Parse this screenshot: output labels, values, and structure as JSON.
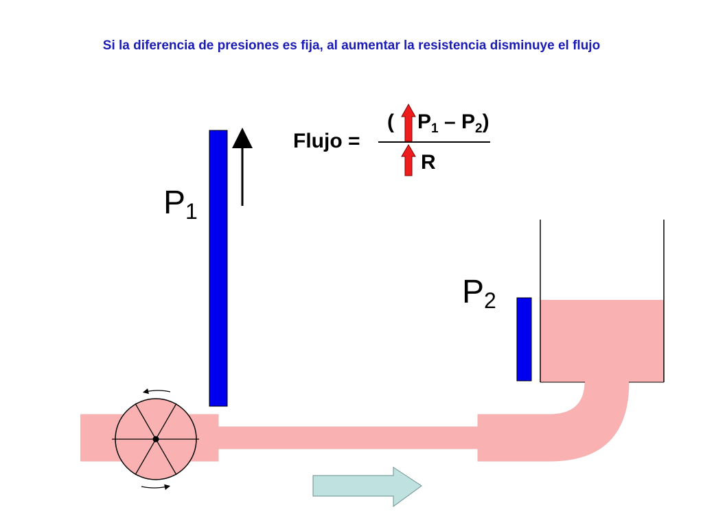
{
  "title": "Si la diferencia de presiones es fija, al aumentar la resistencia disminuye el flujo",
  "labels": {
    "p1": {
      "base": "P",
      "sub": "1"
    },
    "p2": {
      "base": "P",
      "sub": "2"
    }
  },
  "formula": {
    "lhs": "Flujo =",
    "open_paren": "(",
    "p1_base": "P",
    "p1_sub": "1",
    "minus": "–",
    "p2_base": "P",
    "p2_sub": "2",
    "close_paren": ")",
    "denominator": "R"
  },
  "colors": {
    "title": "#1a1ab4",
    "column": "#0000ee",
    "fluid": "#f9b1b1",
    "arrow_up": "#ee1c1c",
    "flow_arrow": "#bfe2e0"
  },
  "icons": {
    "numerator_arrow": "red-up-arrow-icon",
    "denominator_arrow": "red-up-arrow-icon",
    "p1_rise_arrow": "black-up-arrow-icon",
    "flow_direction_arrow": "right-arrow-icon",
    "pump": "pump-wheel-icon"
  }
}
